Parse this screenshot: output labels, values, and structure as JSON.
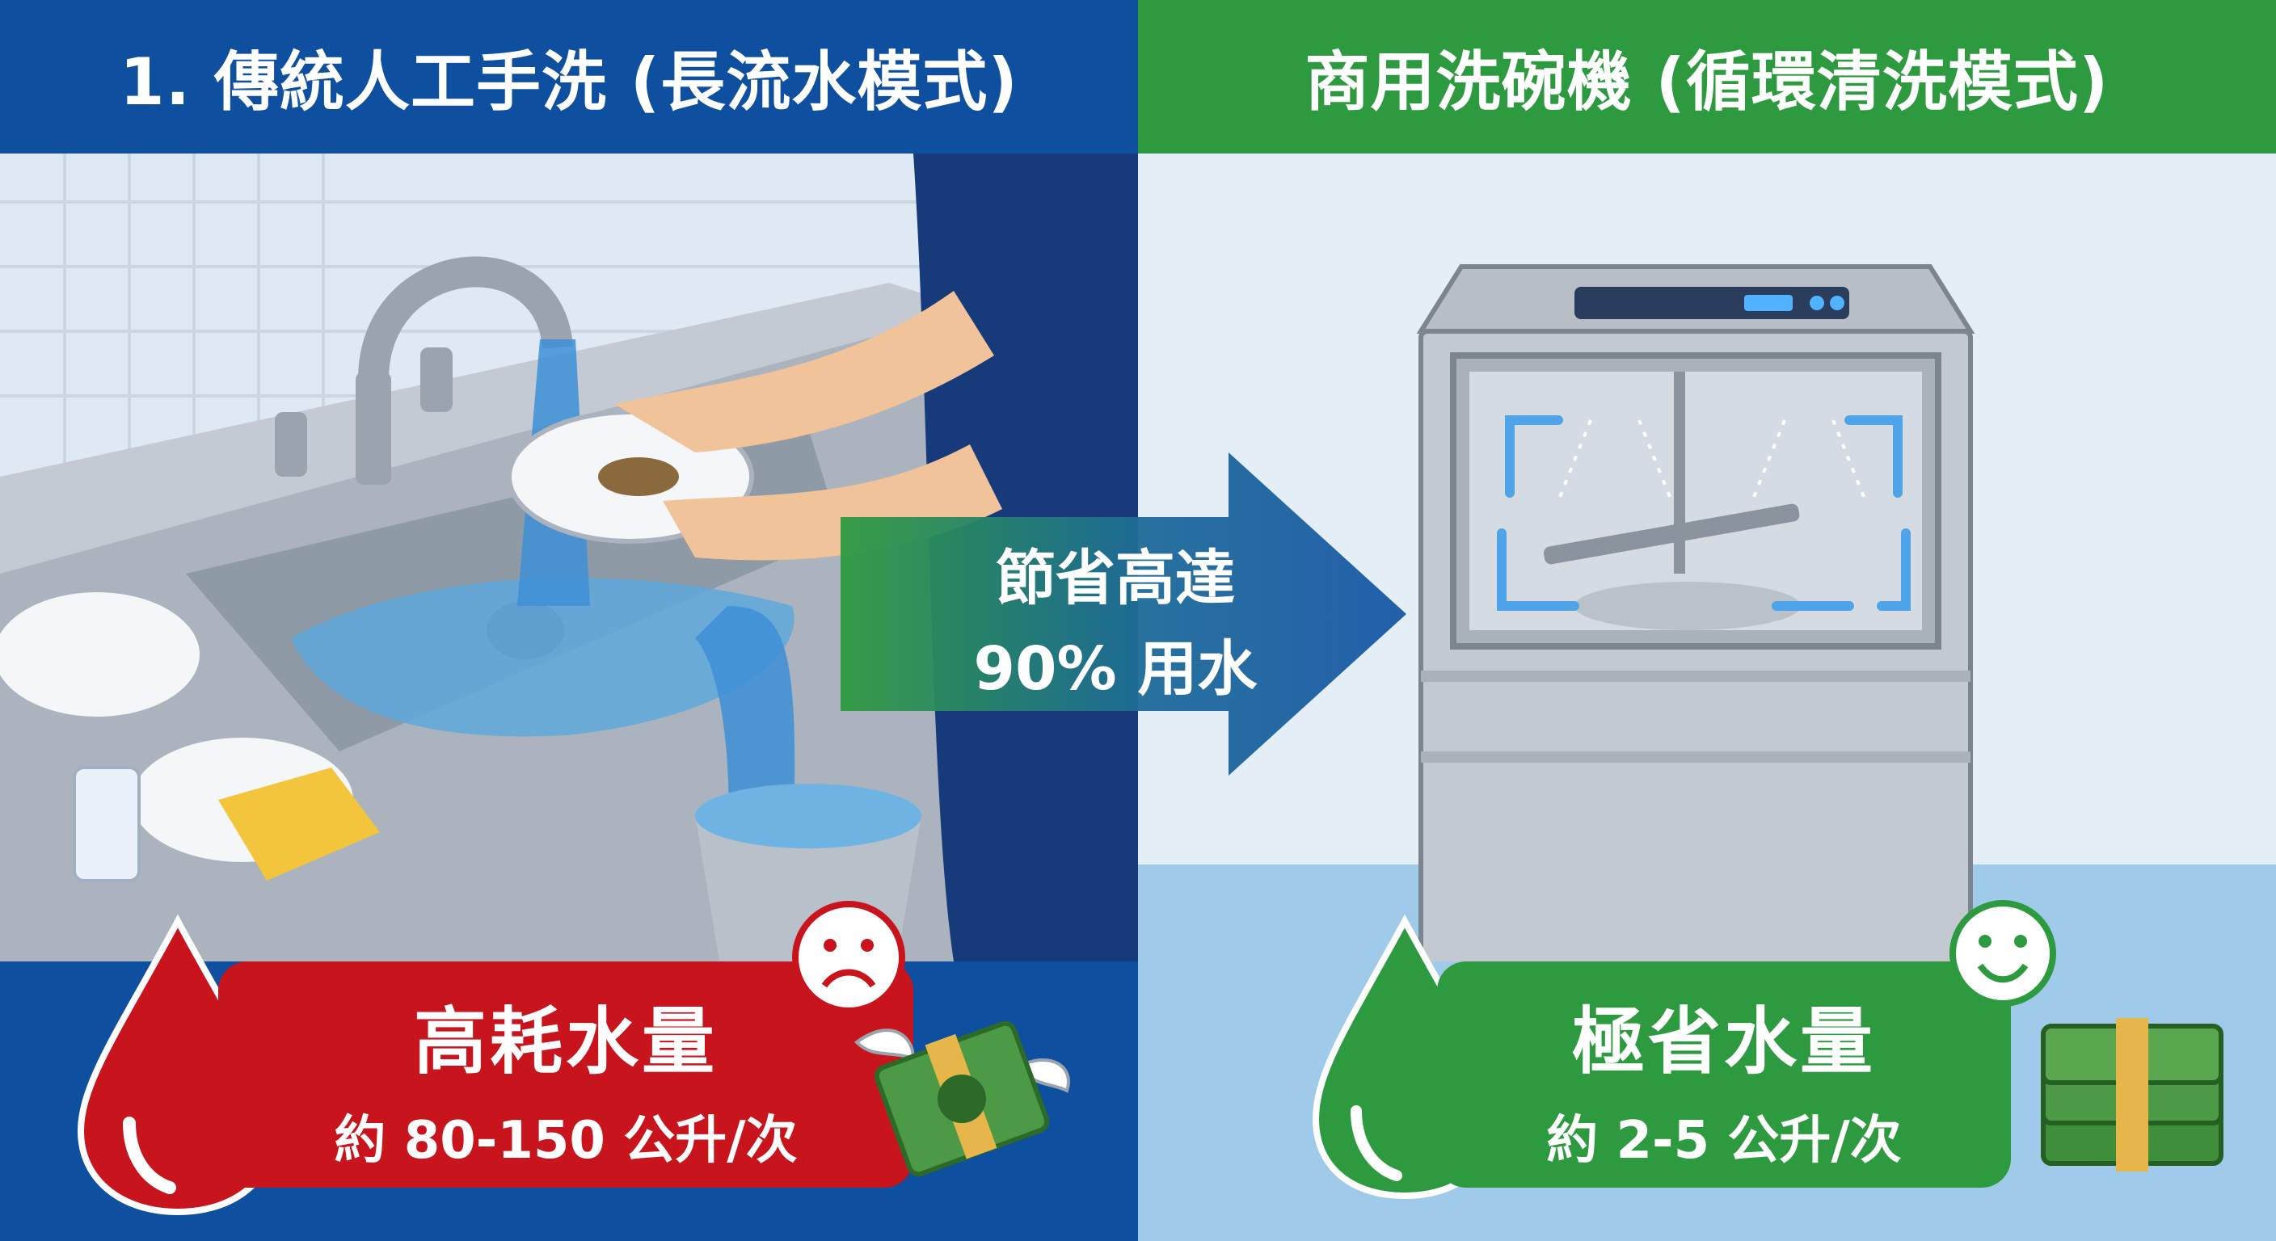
{
  "left": {
    "header": "1. 傳統人工手洗 (長流水模式)",
    "label_title": "高耗水量",
    "label_sub": "約 80-150 公升/次",
    "mood_icon": "sad-face-icon",
    "money_icon": "flying-money-icon",
    "drop_color": "#c8141c",
    "header_color": "#0f4f9f"
  },
  "right": {
    "header": "商用洗碗機 (循環清洗模式)",
    "label_title": "極省水量",
    "label_sub": "約 2-5 公升/次",
    "mood_icon": "happy-face-icon",
    "money_icon": "money-stack-icon",
    "drop_color": "#2e9a40",
    "header_color": "#2e9a40"
  },
  "center": {
    "line1": "節省高達",
    "line2": "90% 用水"
  }
}
